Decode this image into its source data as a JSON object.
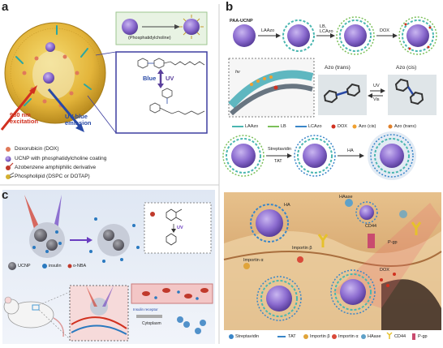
{
  "panels": {
    "a": {
      "label": "a",
      "phosphatidylcholine": "(Phosphatidylcholine)",
      "excitation": "980 nm\nexcitation",
      "emission": "UV-blue\nemission",
      "blue": "Blue",
      "uv": "UV",
      "legend": [
        {
          "text": "Doxorubicin (DOX)",
          "color": "#e0795a"
        },
        {
          "text": "UCNP with phosphatidylcholine coating",
          "color": "#7a6fb5"
        },
        {
          "text": "Azobenzene amphiphilic derivative",
          "color": "#c0392b"
        },
        {
          "text": "Phospholipid (DSPC or DOTAP)",
          "color": "#d4b030"
        }
      ]
    },
    "b": {
      "label": "b",
      "paa_ucnp": "PAA-UCNP",
      "la_azo": "LAAzo",
      "lb_lc": "LB,\nLCAzo",
      "dox": "DOX",
      "azo_trans": "Azo (trans)",
      "azo_cis": "Azo (cis)",
      "uv": "UV",
      "vis": "Vis",
      "hv": "hv",
      "streptavidin": "Streptavidin",
      "tat": "TAT",
      "ha": "HA",
      "legend_row": [
        {
          "text": "LAAzo"
        },
        {
          "text": "LB"
        },
        {
          "text": "LCAzo"
        },
        {
          "text": "DOX"
        },
        {
          "text": "Azo (cis)"
        },
        {
          "text": "Azo (trans)"
        }
      ],
      "bottom": {
        "ha": "HA",
        "hase": "HAase",
        "cd44": "CD44",
        "importin_b": "Importin β",
        "importin_a": "Importin α",
        "pgp": "P-gp",
        "dox": "DOX"
      },
      "bottom_legend": [
        {
          "text": "Streptavidin"
        },
        {
          "text": "TAT"
        },
        {
          "text": "Importin β"
        },
        {
          "text": "Importin α"
        },
        {
          "text": "HAase"
        },
        {
          "text": "CD44"
        },
        {
          "text": "P-gp"
        }
      ]
    },
    "c": {
      "label": "c",
      "legend": [
        {
          "text": "UCNP"
        },
        {
          "text": "insulin"
        },
        {
          "text": "o-NBA"
        }
      ],
      "uv": "UV",
      "insulin_receptor": "Insulin receptor",
      "cytoplasm": "Cytoplasm"
    }
  }
}
